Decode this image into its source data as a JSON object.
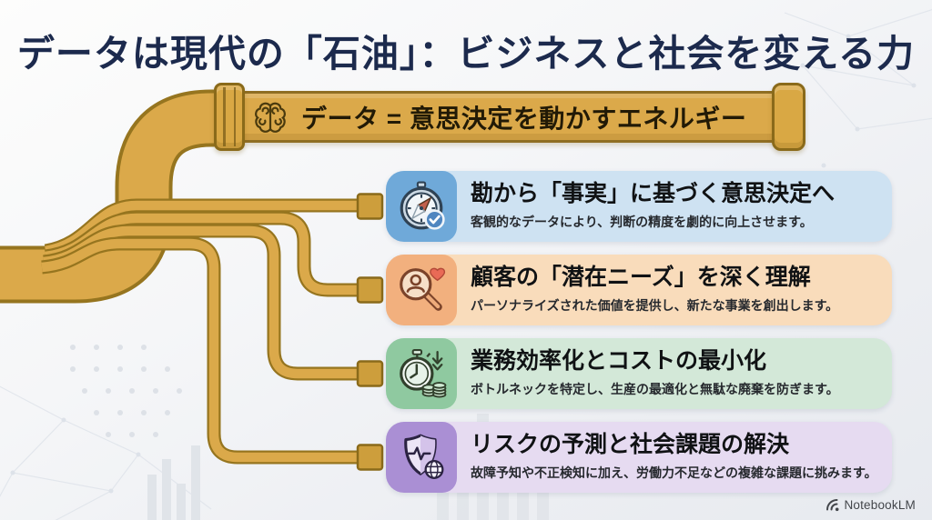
{
  "title": "データは現代の「石油」：ビジネスと社会を変える力",
  "banner": {
    "label": "データ = 意思決定を動かすエネルギー",
    "icon": "brain-icon"
  },
  "cards": [
    {
      "title": "勘から「事実」に基づく意思決定へ",
      "description": "客観的なデータにより、判断の精度を劇的に向上させます。",
      "icon": "compass-check-icon",
      "accent": "#6FA9D9",
      "bg": "#CEE2F2"
    },
    {
      "title": "顧客の「潜在ニーズ」を深く理解",
      "description": "パーソナライズされた価値を提供し、新たな事業を創出します。",
      "icon": "customer-search-heart-icon",
      "accent": "#F2B07E",
      "bg": "#F9DCBB"
    },
    {
      "title": "業務効率化とコストの最小化",
      "description": "ボトルネックを特定し、生産の最適化と無駄な廃棄を防ぎます。",
      "icon": "stopwatch-cost-down-icon",
      "accent": "#8FC9A0",
      "bg": "#D3E8D8"
    },
    {
      "title": "リスクの予測と社会課題の解決",
      "description": "故障予知や不正検知に加え、労働力不足などの複雑な課題に挑みます。",
      "icon": "shield-pulse-globe-icon",
      "accent": "#AA8FD4",
      "bg": "#E6DBF1"
    }
  ],
  "footer": {
    "brand": "NotebookLM"
  },
  "colors": {
    "pipe_gold": "#DBA94A",
    "pipe_outline": "#96751F",
    "title_navy": "#1C2A4D",
    "banner_text": "#221A06"
  }
}
